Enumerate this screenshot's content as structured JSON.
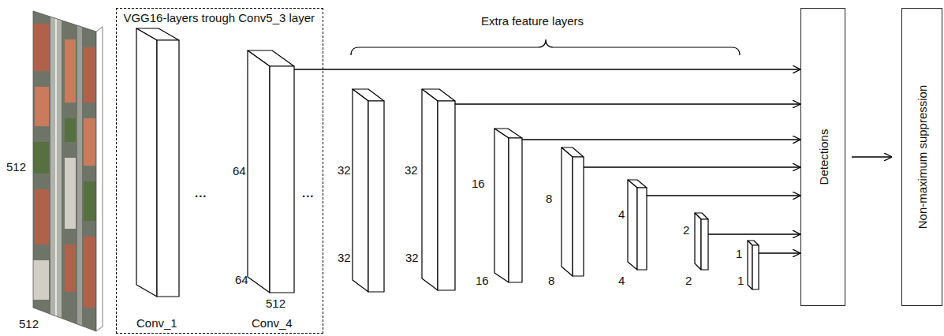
{
  "diagram": {
    "nodes": [
      {
        "text": [
          "VGG16-layers trough Conv5_3 layer"
        ]
      },
      {
        "text": [
          "Conv_1"
        ],
        "in": 0
      },
      {
        "text": [
          "64",
          "64",
          "512",
          "Conv_4"
        ],
        "in": 0
      },
      {
        "text": [
          "32",
          "32"
        ]
      },
      {
        "text": [
          "32",
          "32"
        ]
      },
      {
        "text": [
          "16",
          "16"
        ]
      },
      {
        "text": [
          "8",
          "8"
        ]
      },
      {
        "text": [
          "4",
          "4"
        ]
      },
      {
        "text": [
          "2",
          "2"
        ]
      },
      {
        "text": [
          "1",
          "1"
        ]
      },
      {
        "text": [
          "Detections"
        ]
      },
      {
        "text": [
          "Non-maximum suppression"
        ]
      }
    ],
    "edges": [
      {
        "from": 2,
        "to": 10,
        "arrow": "to"
      },
      {
        "from": 4,
        "to": 10,
        "arrow": "to"
      },
      {
        "from": 5,
        "to": 10,
        "arrow": "to"
      },
      {
        "from": 6,
        "to": 10,
        "arrow": "to"
      },
      {
        "from": 7,
        "to": 10,
        "arrow": "to"
      },
      {
        "from": 8,
        "to": 10,
        "arrow": "to"
      },
      {
        "from": 9,
        "to": 10,
        "arrow": "to"
      },
      {
        "from": 10,
        "to": 11,
        "arrow": "to"
      }
    ],
    "labels": [
      "512",
      "512",
      "...",
      "...",
      "Extra feature layers"
    ]
  }
}
